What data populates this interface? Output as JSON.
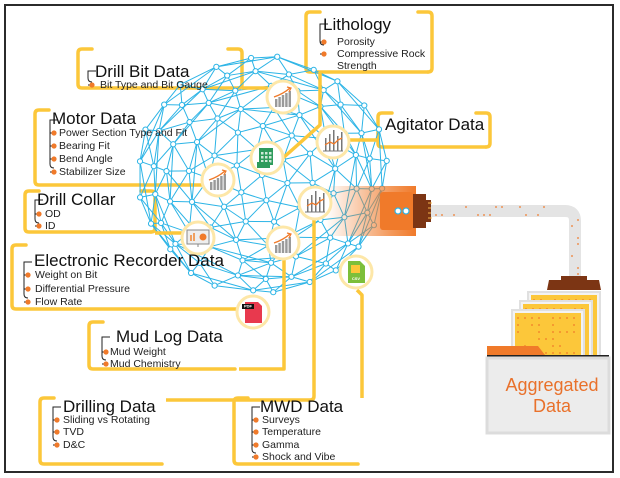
{
  "diagram": {
    "colors": {
      "bracket": "#fcc73a",
      "bullet": "#f07a2a",
      "mesh": "#2cb4e6",
      "node_fill": "#ffffff",
      "icon_ring": "#fde7a8",
      "connector_orange": "#f07a2a",
      "connector_brown": "#7c3514",
      "cable": "#e4e4e4",
      "folder": "#ececec",
      "paper": "#fcc73a",
      "aggregated_text": "#e9712b",
      "border": "#2b2b2b"
    },
    "cards": [
      {
        "id": "lithology",
        "title": "Lithology",
        "items": [
          "Porosity",
          "Compressive Rock",
          "Strength"
        ]
      },
      {
        "id": "drill-bit-data",
        "title": "Drill Bit Data",
        "items": [
          "Bit Type and Bit Gauge"
        ]
      },
      {
        "id": "motor-data",
        "title": "Motor Data",
        "items": [
          "Power Section Type and Fit",
          "Bearing Fit",
          "Bend Angle",
          "Stabilizer Size"
        ]
      },
      {
        "id": "agitator-data",
        "title": "Agitator Data",
        "items": []
      },
      {
        "id": "drill-collar",
        "title": "Drill Collar",
        "items": [
          "OD",
          "ID"
        ]
      },
      {
        "id": "electronic-recorder-data",
        "title": "Electronic Recorder Data",
        "items": [
          "Weight on Bit",
          "Differential Pressure",
          "Flow Rate"
        ]
      },
      {
        "id": "mud-log-data",
        "title": "Mud Log Data",
        "items": [
          "Mud Weight",
          "Mud Chemistry"
        ]
      },
      {
        "id": "drilling-data",
        "title": "Drilling Data",
        "items": [
          "Sliding vs Rotating",
          "TVD",
          "D&C"
        ]
      },
      {
        "id": "mwd-data",
        "title": "MWD Data",
        "items": [
          "Surveys",
          "Temperature",
          "Gamma",
          "Shock and Vibe"
        ]
      }
    ],
    "icons": [
      {
        "name": "bar-chart-trend-icon"
      },
      {
        "name": "line-bar-chart-icon"
      },
      {
        "name": "calculator-spreadsheet-icon"
      },
      {
        "name": "bar-chart-trend-icon"
      },
      {
        "name": "line-bar-chart-icon"
      },
      {
        "name": "presentation-monitor-icon"
      },
      {
        "name": "bar-chart-trend-icon"
      },
      {
        "name": "pdf-file-icon",
        "label": "PDF"
      },
      {
        "name": "csv-file-icon",
        "label": "CSV"
      }
    ],
    "output": {
      "label_line1": "Aggregated",
      "label_line2": "Data"
    }
  }
}
